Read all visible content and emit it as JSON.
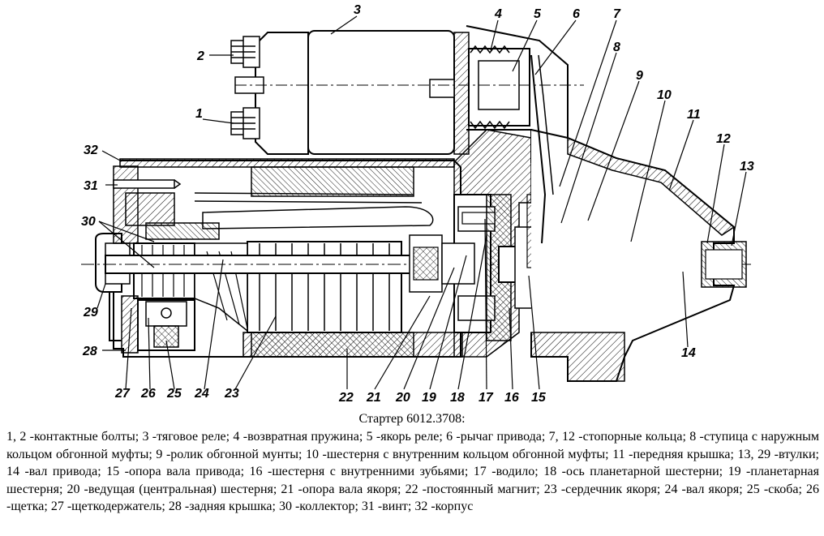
{
  "labels": {
    "n1": "1",
    "n2": "2",
    "n3": "3",
    "n4": "4",
    "n5": "5",
    "n6": "6",
    "n7": "7",
    "n8": "8",
    "n9": "9",
    "n10": "10",
    "n11": "11",
    "n12": "12",
    "n13": "13",
    "n14": "14",
    "n15": "15",
    "n16": "16",
    "n17": "17",
    "n18": "18",
    "n19": "19",
    "n20": "20",
    "n21": "21",
    "n22": "22",
    "n23": "23",
    "n24": "24",
    "n25": "25",
    "n26": "26",
    "n27": "27",
    "n28": "28",
    "n29": "29",
    "n30": "30",
    "n31": "31",
    "n32": "32"
  },
  "caption": {
    "title": "Стартер  6012.3708:",
    "body": "1, 2 -контактные болты; 3 -тяговое реле; 4 -возвратная пружина; 5 -якорь реле; 6 -рычаг привода; 7, 12 -стопорные кольца; 8 -ступица с наружным кольцом обгонной муфты; 9 -ролик обгонной мунты; 10 -шестерня с внутренним кольцом обгонной муфты; 11 -передняя крышка; 13, 29 -втулки; 14 -вал привода; 15 -опора вала привода; 16 -шестерня с внутренними зубьями; 17 -водило; 18 -ось планетарной шестерни; 19 -планетарная шестерня; 20 -ведущая (центральная) шестерня; 21 -опора вала якоря; 22 -постоянный магнит; 23 -сердечник якоря; 24 -вал якоря; 25 -скоба; 26 -щетка; 27 -щеткодержатель; 28 -задняя крышка; 30 -коллектор; 31 -винт; 32 -корпус"
  }
}
